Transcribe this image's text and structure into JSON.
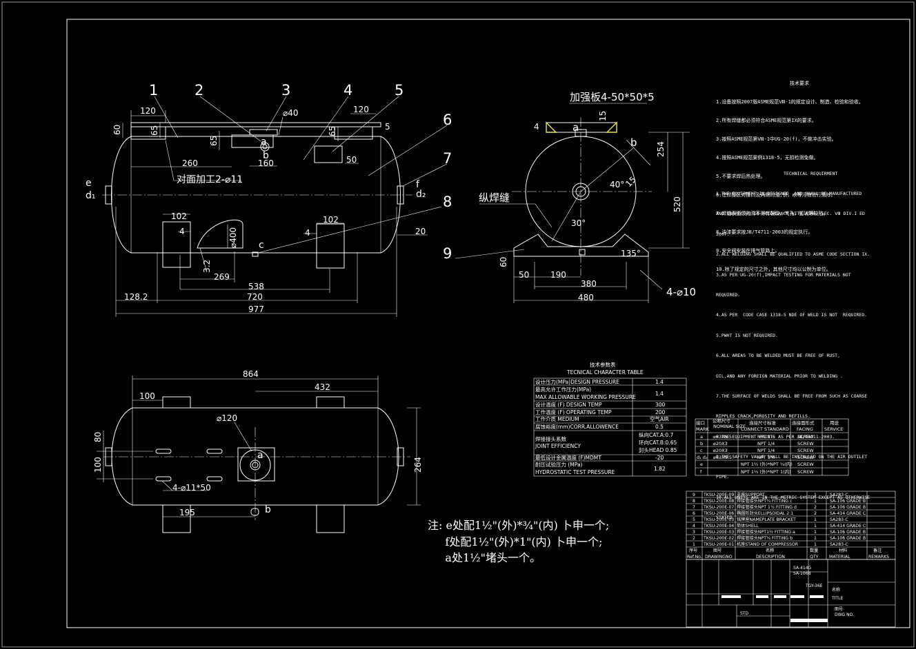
{
  "front_view": {
    "balloons": [
      "1",
      "2",
      "3",
      "4",
      "5",
      "6",
      "7",
      "8",
      "9"
    ],
    "dims": {
      "d120a": "120",
      "d60": "60",
      "d65a": "65",
      "d65b": "65",
      "d40": "⌀40",
      "d120b": "120",
      "d65c": "65",
      "d5": "5",
      "d260": "260",
      "d160": "160",
      "d50": "50",
      "d102a": "102",
      "d102b": "102",
      "d4a": "4",
      "d4b": "4",
      "d400": "⌀400",
      "d32": "3.2",
      "d269": "269",
      "d538": "538",
      "d720": "720",
      "d1282": "128.2",
      "d977": "977",
      "d20": "20"
    },
    "labels": {
      "e": "e",
      "d1": "d₁",
      "f": "f",
      "d2": "d₂",
      "a": "a",
      "b": "b",
      "c": "c",
      "opposite": "对面加工2-⌀11"
    }
  },
  "side_view": {
    "labels": {
      "plate": "加强板4-50*50*5",
      "weld": "纵焊缝",
      "a": "a",
      "b": "b"
    },
    "dims": {
      "d4": "4",
      "d15a": "15",
      "d254": "254",
      "d520": "520",
      "d40deg": "40°",
      "d15b": "15",
      "d30deg": "30°",
      "d135deg": "135°",
      "d60": "60",
      "d50": "50",
      "d190": "190",
      "d380": "380",
      "d480": "480",
      "holes": "4-⌀10"
    }
  },
  "top_view": {
    "dims": {
      "d864": "864",
      "d432": "432",
      "d100a": "100",
      "d120": "⌀120",
      "d80": "80",
      "d100b": "100",
      "d264": "264",
      "holes": "4-⌀11*50",
      "d195": "195"
    },
    "labels": {
      "a": "a",
      "b": "b"
    }
  },
  "requirements_cn": {
    "title": "技术要求",
    "lines": [
      "1.设备按照2007版ASME规范Ⅷ-1的规定设计、制造、检验和验收。",
      "2.所有焊缝都必须符合ASME规范第IX的要求。",
      "3.按照ASME规范第Ⅷ-1中UG-20(f)，不做冲击实验。",
      "4.按照ASME规范案例1318-5，无损检测免做。",
      "5.不要求焊后热处理。",
      "6.在焊接区对接口及两侧的油,锈，水等污物进行清除。",
      "7.焊缝表面须光滑不得有裂纹，气孔，弧坑等缺陷。",
      "8.油漆要求按JB/T4711-2003的规定执行。",
      "9.安全阀安装在排气管路上。",
      "10.除了规定的尺寸之外，其他尺寸均以公制为单位。"
    ]
  },
  "requirements_en": {
    "title": "TECHNICAL REQUIRMENT",
    "lines": [
      "1.THE EQUIPMENT IS DESIGNED ,AND SHALL BE MANUFACTURED",
      "AND INSPECTED IN ACCORDANCE WITH ASME  SEC. Ⅷ DIV.I ED",
      "2007.",
      "2.ALL WELDING SHALL BE QUALIFIED TO ASME CODE SECTION IX.",
      "3.AS PER UG-20(f),IMPACT TESTING FOR MATERIALS NOT",
      "REQUIRED.",
      "4.AS PER  CODE CASE 1318-5 NDE OF WELD IS NOT  REQUIRED.",
      "5.PWHT IS NOT REQUIRED.",
      "6.ALL AREAS TO BE WELDED MUST BE FREE OF RUST,",
      "OIL,AND ANY FOREIGN MATERIAL PRIOR TO WELDING .",
      "7.THE SURFACE OF WELDS SHALL BE FREE FROM SUCH AS COARSE",
      "RIPPLES CRACK,POROSITY AND REFILLS.",
      "8.THE EQUIPMENT PAINTS AS PER JB/T4711-2003.",
      "9.THE SAFETY VALVE SHALL BE INSTALLED ON THE AIR OUTILET",
      "PIPE.",
      "10.ALL UNITS ARE IN THE METRIC SYSTEM EXCEPT AS OTHERWISE",
      "STATED."
    ]
  },
  "char_table": {
    "title_cn": "技术参数表",
    "title_en": "TECNICAL CHARACTER TABLE",
    "rows": [
      {
        "k1": "设计压力(MPa)DESIGN PRESSURE",
        "k2": "",
        "v": "1.4"
      },
      {
        "k1": "最高允许工作压力(MPa)",
        "k2": "MAX ALLOWABLE WORKING PRESSURE",
        "v": "1.4"
      },
      {
        "k1": "设计温度 (F) DESIGN TEMP",
        "k2": "",
        "v": "300"
      },
      {
        "k1": "工作温度 (F) OPERATING TEMP",
        "k2": "",
        "v": "200"
      },
      {
        "k1": "工作介质 MEDIUM",
        "k2": "",
        "v": "空气AIR"
      },
      {
        "k1": "腐蚀裕度(mm)CORR.ALLOWENCE",
        "k2": "",
        "v": "0.5"
      },
      {
        "k1": "焊接接头系数",
        "k2": "JOINT EFFICIENCY",
        "v": "纵向CAT.A:0.7"
      },
      {
        "k1": "最低设计金属温度 (F)MDMT",
        "k2": "",
        "v": "-20"
      },
      {
        "k1": "耐压试验压力 (MPa)",
        "k2": "HYDROSTATIC TEST PRESSURE",
        "v": "1.82"
      }
    ],
    "joint_extra": [
      "环向CAT.B:0.65",
      "封头HEAD 0.85"
    ]
  },
  "nozzle_table": {
    "headers": [
      "接口",
      "公称尺寸",
      "连接尺寸标准",
      "连接面形式",
      "用途"
    ],
    "headers_en": [
      "MARK",
      "NOMINAL SIZE",
      "CONNECT STANDARD",
      "FACING",
      "SERVICE"
    ],
    "rows": [
      [
        "a",
        "⌀63X5.5",
        "NPT 1½",
        "SCREW",
        ""
      ],
      [
        "b",
        "⌀20X3",
        "NPT 1/4",
        "SCREW",
        ""
      ],
      [
        "c",
        "⌀20X3",
        "NPT 1/4",
        "SCREW",
        ""
      ],
      [
        "d₁ d₂",
        "⌀63X5.5",
        "NPT 1½",
        "SCREW",
        ""
      ],
      [
        "e",
        "",
        "NPT 1½ (外)*NPT ¾(内)",
        "SCREW",
        ""
      ],
      [
        "f",
        "",
        "NPT 1½ (外)*NPT 1(内)",
        "SCREW",
        ""
      ]
    ]
  },
  "bom": {
    "rows": [
      [
        "9",
        "TKSU-200E-09",
        "支座SUPPORT",
        "1",
        "SA283-C",
        ""
      ],
      [
        "8",
        "TKSU-200E-08",
        "焊接管接头NPT¼ FITTING c",
        "1",
        "SA-106 GRADE B",
        ""
      ],
      [
        "7",
        "TKSU-200E-07",
        "焊接管接头NPT 1½ FITTING d",
        "2",
        "SA-106 GRADE B",
        ""
      ],
      [
        "6",
        "TKSU-200E-06",
        "椭圆形封头ELLIPSOIDAL 2:1",
        "2",
        "SA-414 GRADE C",
        ""
      ],
      [
        "5",
        "TKSU-200E-05",
        "铭牌座NAMEPLATE BRACKET",
        "1",
        "SA283-C",
        ""
      ],
      [
        "4",
        "TKSU-200E-04",
        "筒体SHELL",
        "1",
        "SA-414 GRADE C",
        ""
      ],
      [
        "3",
        "TKSU-200E-03",
        "焊接管接头NPT1½ FITTING a",
        "1",
        "SA-106 GRADE B",
        ""
      ],
      [
        "2",
        "TKSU-200E-02",
        "焊接管接头NPT¼ FITTING b",
        "1",
        "SA-106 GRADE B",
        ""
      ],
      [
        "1",
        "TKSU-200E-01",
        "机座STAND OF COMPRESSOR",
        "1",
        "SA283-C",
        ""
      ]
    ],
    "headers": [
      "序号",
      "图号",
      "名称",
      "数量",
      "材料",
      "备注"
    ],
    "headers_en": [
      "Ref.No.",
      "DRAWINGNO",
      "DESCRIPTION",
      "QTY",
      "MATERIAL",
      "REMARKS"
    ]
  },
  "title_block": {
    "material1": "SA-414G",
    "material2": "SA-106B",
    "code": "TGY-36E",
    "name_cn": "名称",
    "name_en": "TITLE",
    "dwg_cn": "图号",
    "dwg_en": "DWG NO.",
    "std": "STD"
  },
  "notes": [
    "注: e处配1½\"(外)*¾\"(内) 卜申一个;",
    "     f处配1½\"(外)*1\"(内) 卜申一个;",
    "     a处1½\"堵头一个。"
  ]
}
